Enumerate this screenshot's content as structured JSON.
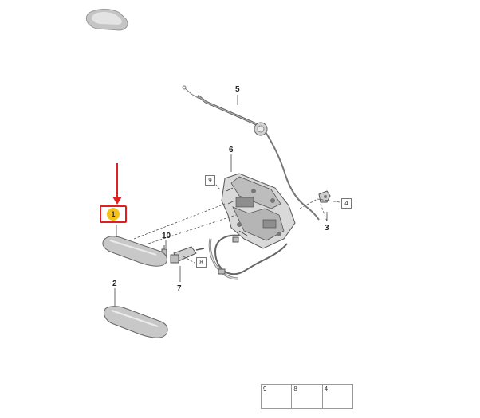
{
  "callouts": {
    "c1": "1",
    "c2": "2",
    "c3": "3",
    "c4": "4",
    "c5": "5",
    "c6": "6",
    "c7": "7",
    "c8": "8",
    "c9": "9",
    "c10": "10"
  },
  "legend": {
    "cells": [
      "9",
      "8",
      "4"
    ]
  },
  "colors": {
    "highlight": "#e02020",
    "badge": "#f5c21b",
    "part_fill": "#c9c9c9",
    "part_stroke": "#6a6a6a"
  }
}
